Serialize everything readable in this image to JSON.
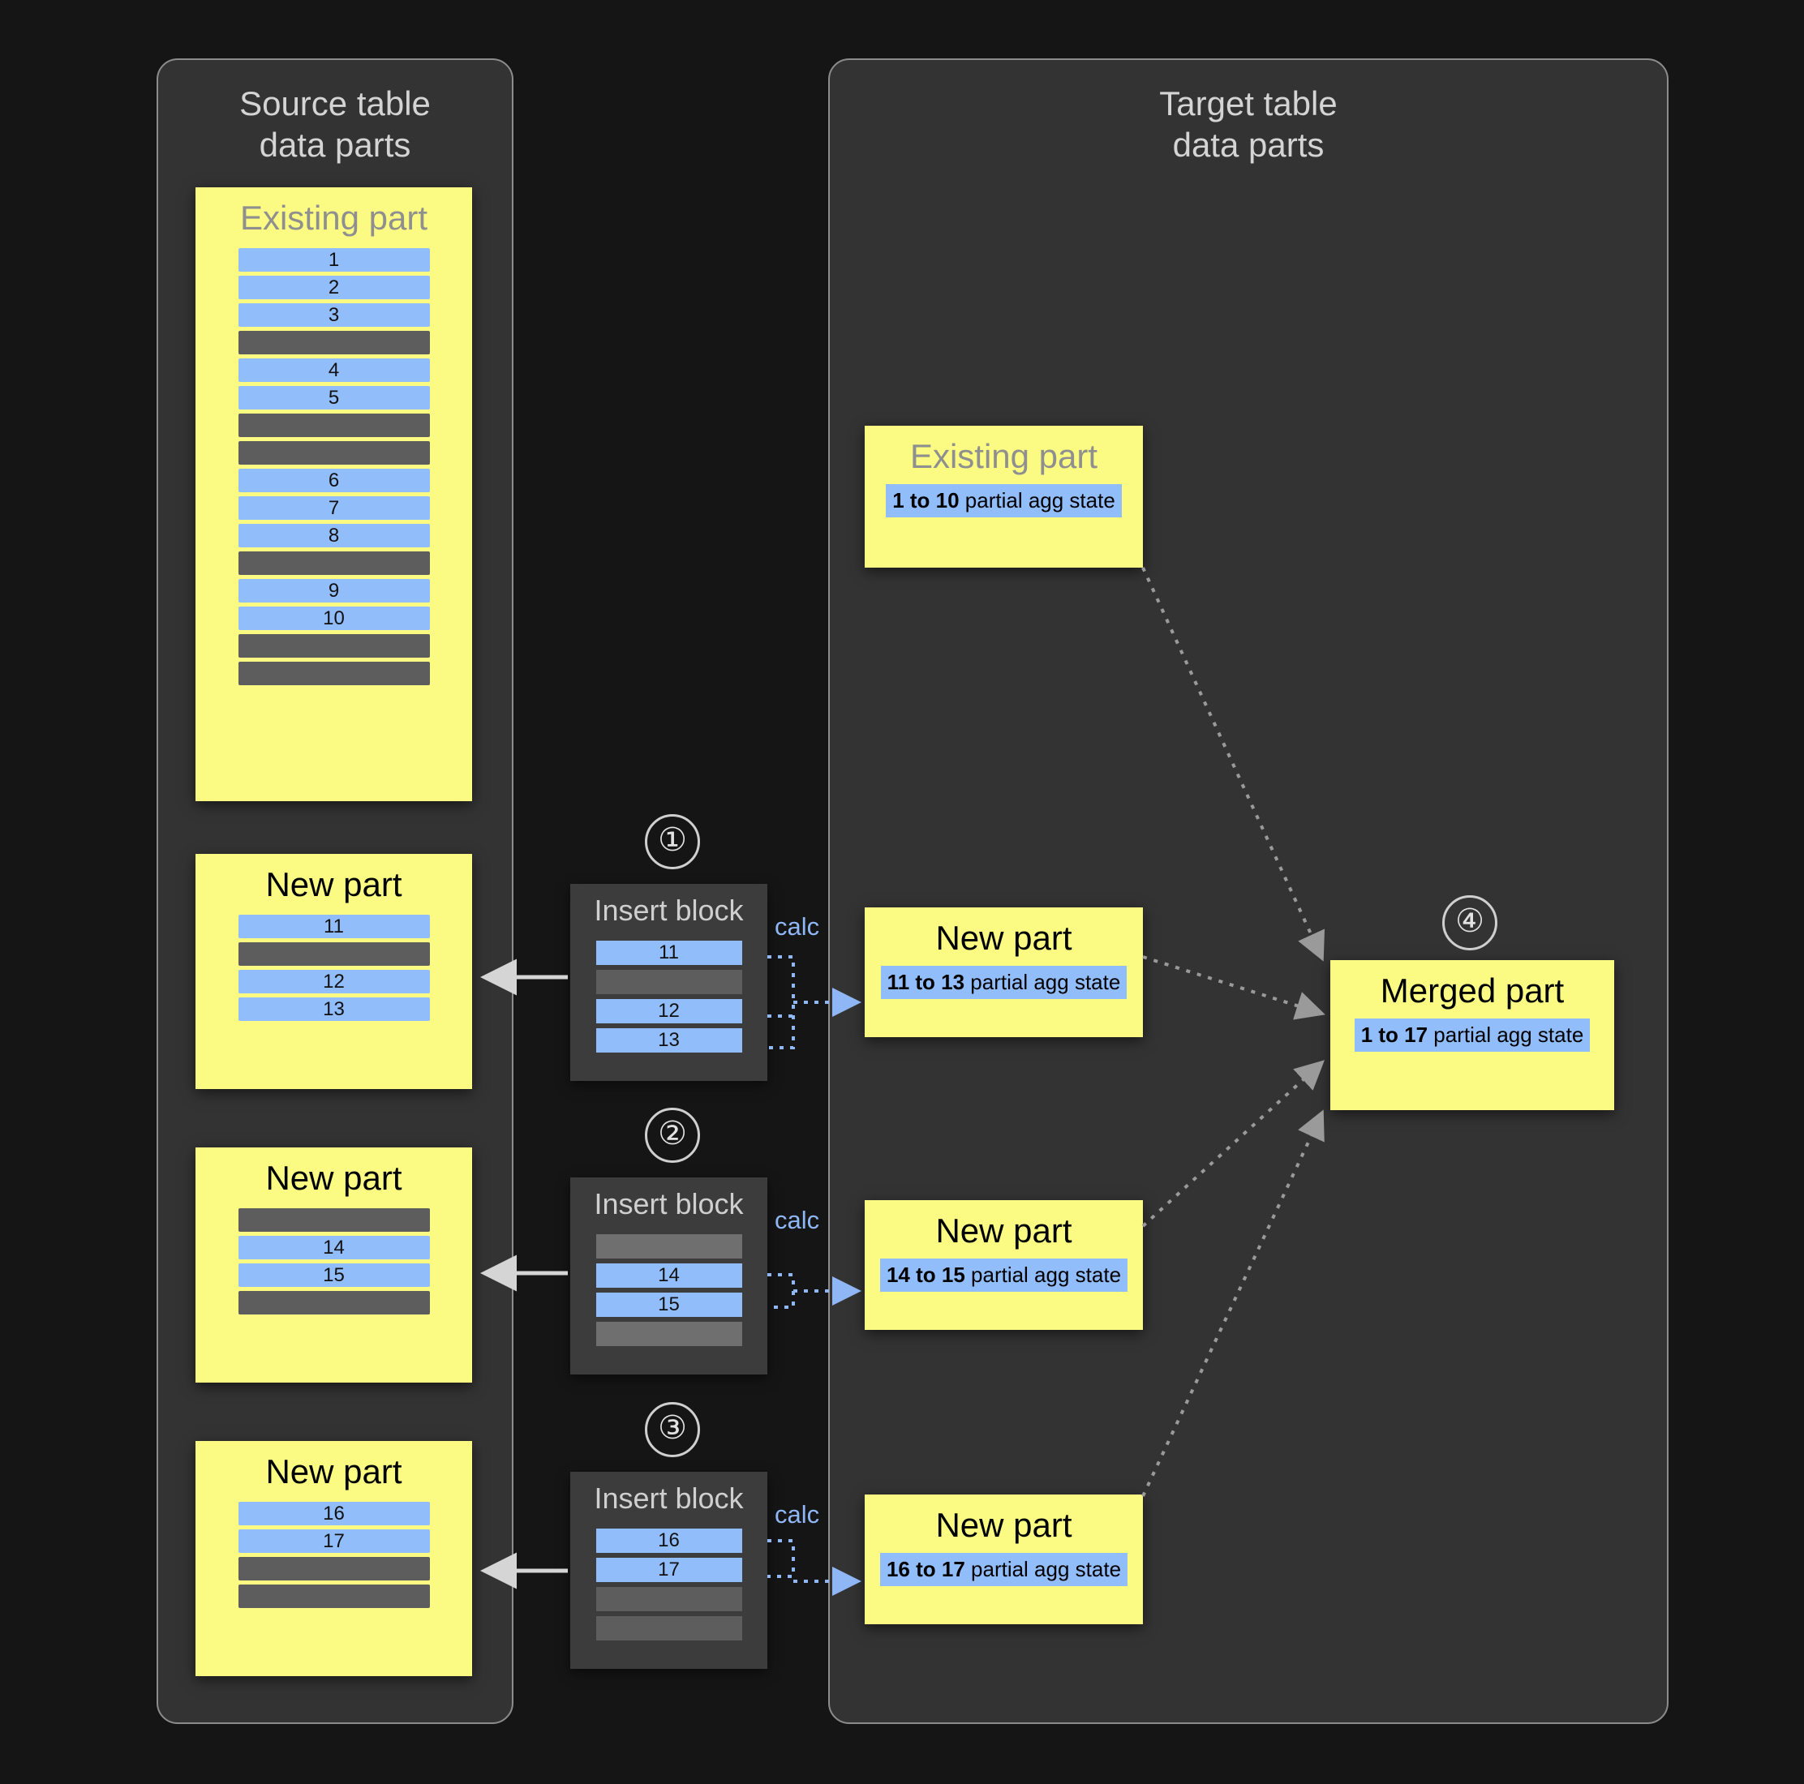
{
  "source_panel": {
    "title": "Source table\ndata parts"
  },
  "target_panel": {
    "title": "Target table\ndata parts"
  },
  "source_parts": [
    {
      "title": "Existing part",
      "muted": true,
      "rows": [
        "1",
        "2",
        "3",
        "",
        "4",
        "5",
        "",
        "",
        "6",
        "7",
        "8",
        "",
        "9",
        "10",
        "",
        ""
      ]
    },
    {
      "title": "New part",
      "muted": false,
      "rows": [
        "11",
        "",
        "12",
        "13"
      ]
    },
    {
      "title": "New part",
      "muted": false,
      "rows": [
        "",
        "14",
        "15",
        ""
      ]
    },
    {
      "title": "New part",
      "muted": false,
      "rows": [
        "16",
        "17",
        "",
        ""
      ]
    }
  ],
  "insert_blocks": [
    {
      "step": "①",
      "title": "Insert block",
      "calc": "calc",
      "rows": [
        "11",
        "",
        "12",
        "13"
      ]
    },
    {
      "step": "②",
      "title": "Insert block",
      "calc": "calc",
      "rows": [
        "",
        "14",
        "15",
        ""
      ]
    },
    {
      "step": "③",
      "title": "Insert block",
      "calc": "calc",
      "rows": [
        "16",
        "17",
        "",
        ""
      ]
    }
  ],
  "target_parts": [
    {
      "title": "Existing part",
      "muted": true,
      "range": "1 to 10",
      "state": " partial agg state"
    },
    {
      "title": "New part",
      "muted": false,
      "range": "11 to 13",
      "state": " partial agg state"
    },
    {
      "title": "New part",
      "muted": false,
      "range": "14 to 15",
      "state": " partial agg state"
    },
    {
      "title": "New part",
      "muted": false,
      "range": "16 to 17",
      "state": " partial agg state"
    }
  ],
  "merged_part": {
    "step": "④",
    "title": "Merged part",
    "range": "1 to 17",
    "state": " partial agg state"
  },
  "colors": {
    "background": "#151515",
    "panel": "#333333",
    "part_yellow": "#fbfb84",
    "row_blue": "#92bdfb",
    "row_gray": "#5d5d5d",
    "calc_blue": "#8fb6f5",
    "arrow_gray": "#9a9a9a"
  }
}
